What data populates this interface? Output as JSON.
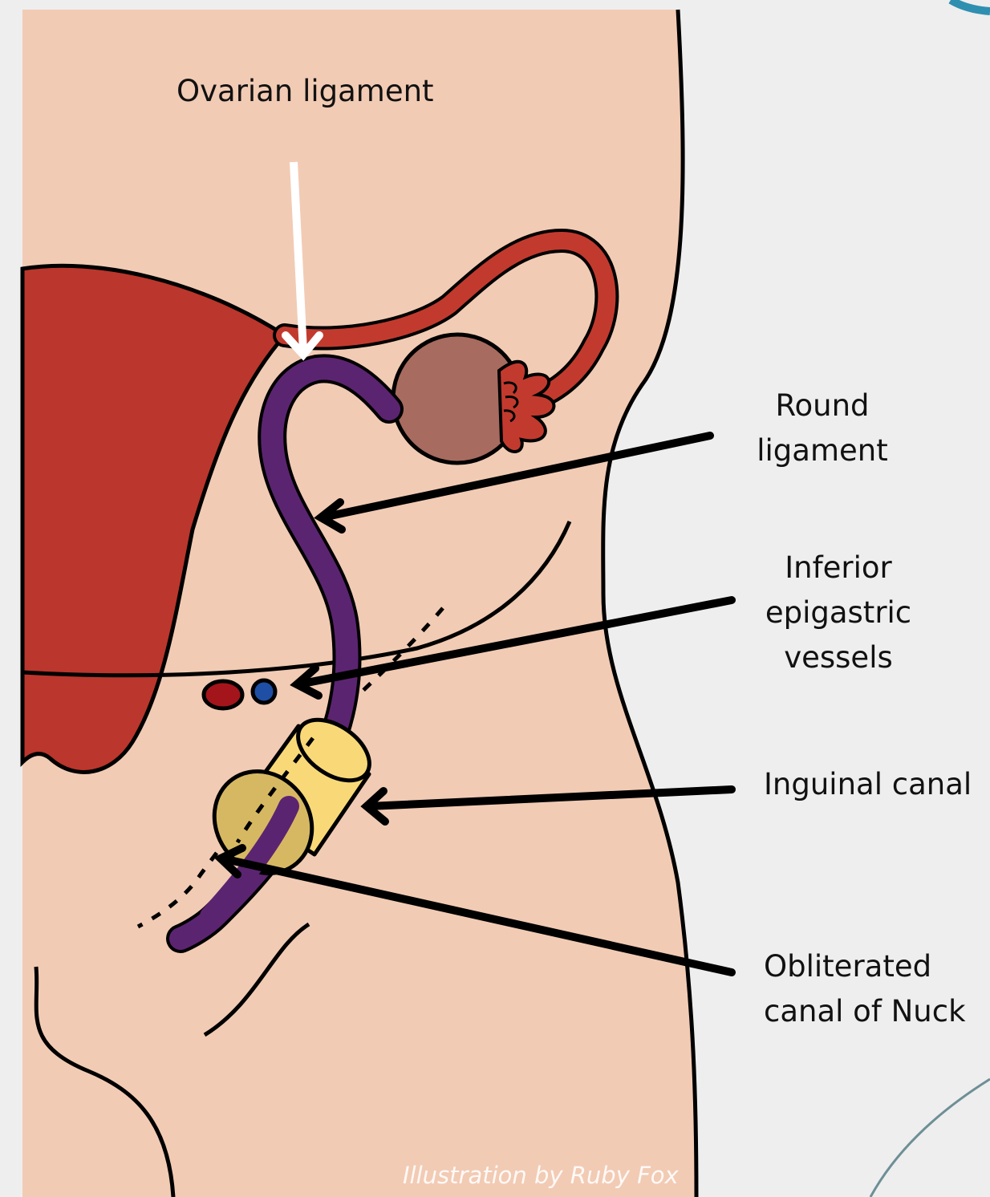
{
  "labels": {
    "ovarian_ligament": "Ovarian ligament",
    "round_ligament": [
      "Round",
      "ligament"
    ],
    "inferior_epigastric_vessels": [
      "Inferior",
      "epigastric",
      "vessels"
    ],
    "inguinal_canal": "Inguinal canal",
    "obliterated_canal_of_nuck": [
      "Obliterated",
      "canal of Nuck"
    ]
  },
  "credit": "Illustration by Ruby Fox",
  "colors": {
    "skin": "#f2cbb4",
    "uterus": "#bb362c",
    "tube": "#c23a2e",
    "ovary": "#a86b5f",
    "round_ligament": "#5b2470",
    "inguinal_canal": "#f9d977",
    "artery": "#a3151b",
    "vein": "#1e4fa5",
    "background": "#eeeeee",
    "accent": "#2f8fb0"
  }
}
